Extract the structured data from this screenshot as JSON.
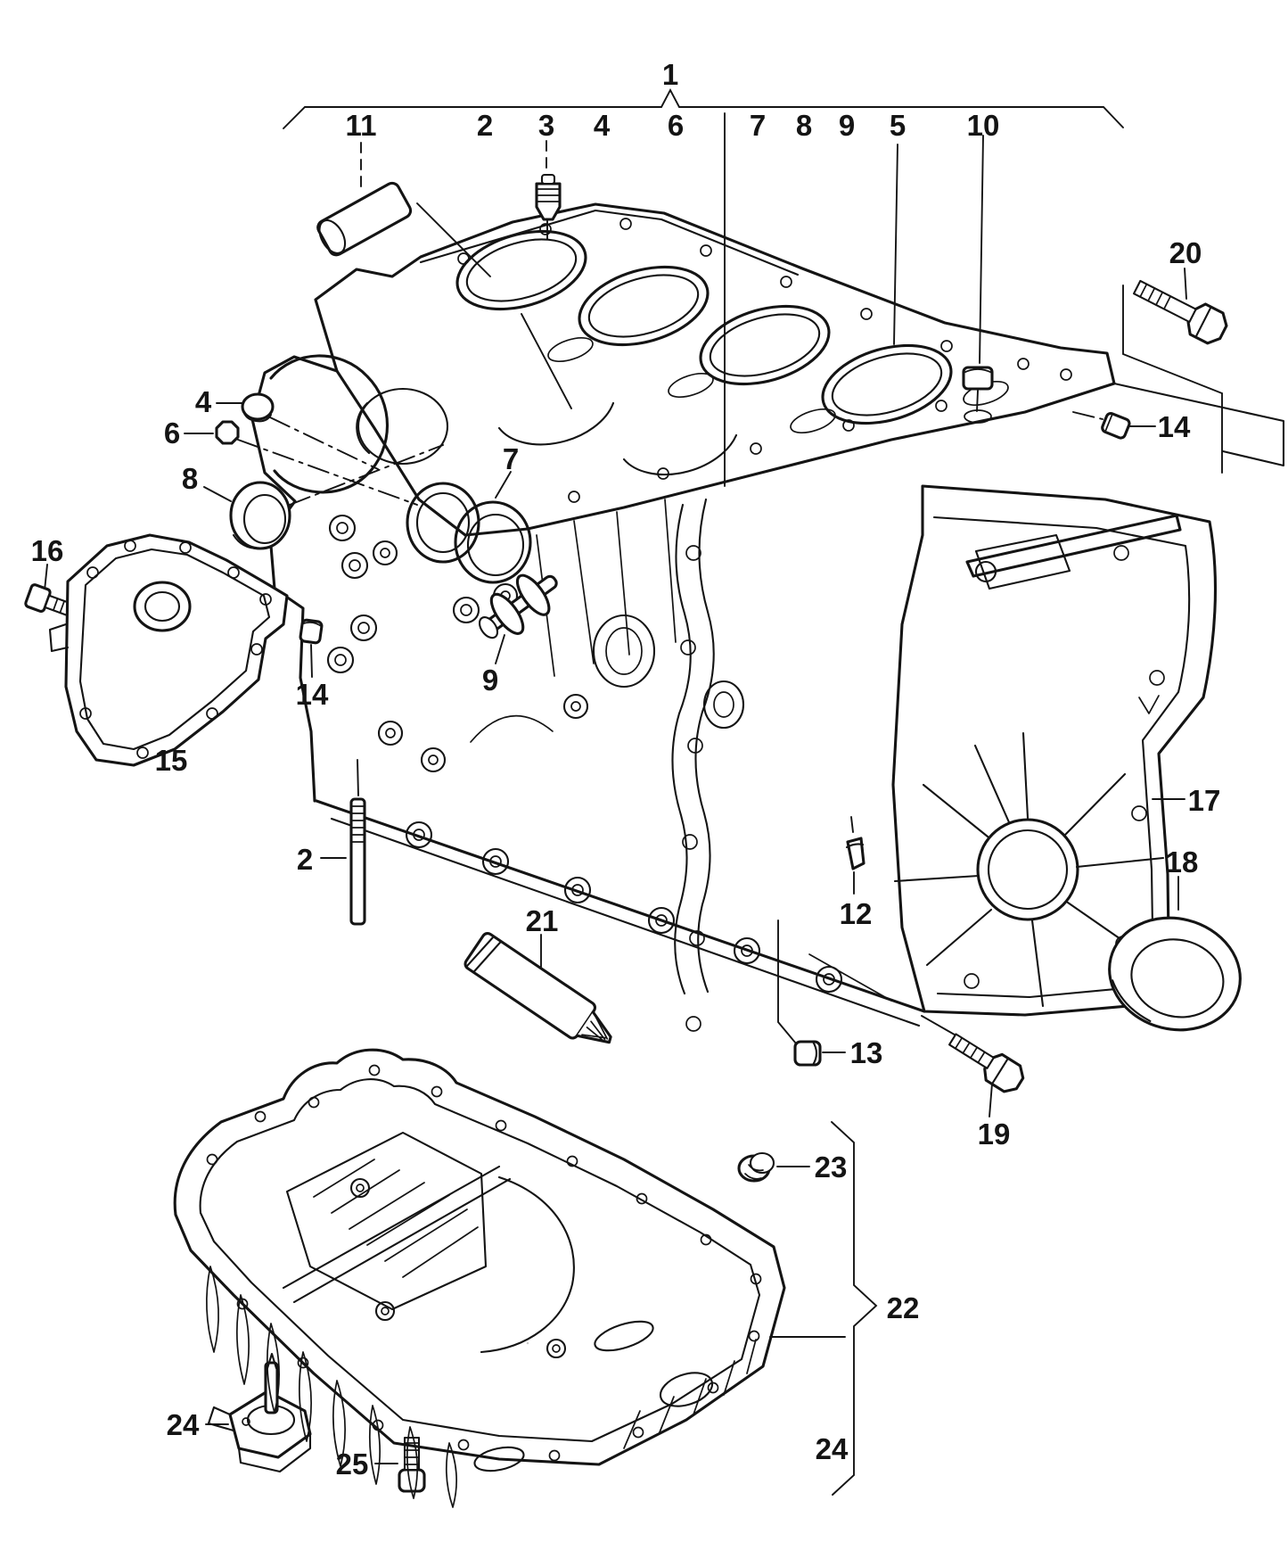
{
  "figure": {
    "type": "exploded-parts-diagram",
    "background_color": "#ffffff",
    "line_color": "#141414",
    "assembly_callout": {
      "label": "1"
    },
    "top_row_items": [
      "11",
      "2",
      "3",
      "4",
      "6",
      "7",
      "8",
      "9",
      "5",
      "10"
    ],
    "callouts": {
      "group1": "1",
      "row11": "11",
      "row2": "2",
      "row3": "3",
      "row4": "4",
      "row6": "6",
      "row7": "7",
      "row8": "8",
      "row9": "9",
      "row5": "5",
      "row10": "10",
      "plug4": "4",
      "nut6": "6",
      "cup8": "8",
      "bolt16": "16",
      "flange15": "15",
      "dowel14_left": "14",
      "stud2": "2",
      "sleeve7": "7",
      "nozzle9": "9",
      "sealant21": "21",
      "stud12": "12",
      "plug13": "13",
      "bolt20": "20",
      "dowel14_right": "14",
      "cover17": "17",
      "seal18": "18",
      "bolt19": "19",
      "plug23": "23",
      "sump22": "22",
      "sensor24_left": "24",
      "screw25": "25",
      "sump24_right": "24"
    }
  }
}
